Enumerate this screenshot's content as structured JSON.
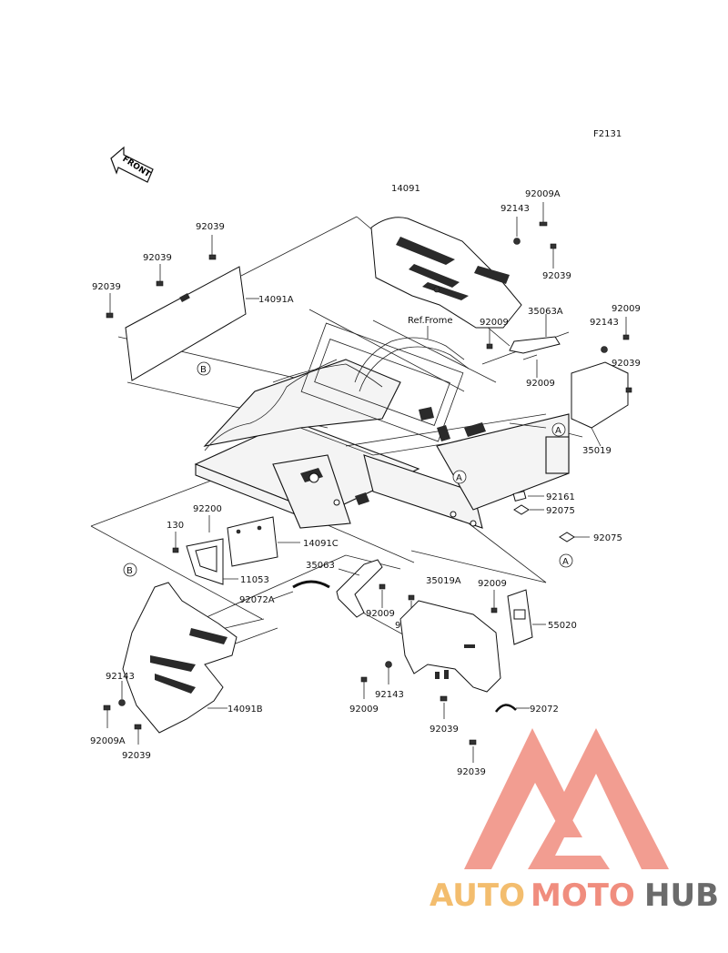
{
  "figure_code": "F2131",
  "front_arrow_label": "FRONT",
  "ref_frame_label": "Ref.Frome",
  "ref_markers": {
    "a": "A",
    "b": "B"
  },
  "labels": {
    "p14091": "14091",
    "p92009A_top": "92009A",
    "p92143_top": "92143",
    "p92039_top_right": "92039",
    "p92039_left1": "92039",
    "p92039_left2": "92039",
    "p92039_left3": "92039",
    "p14091A": "14091A",
    "p35063A": "35063A",
    "p92009_mid": "92009",
    "p92009_right": "92009",
    "p92143_right": "92143",
    "p92039_right": "92039",
    "p92009_bracket": "92009",
    "p35019": "35019",
    "p92161": "92161",
    "p92075_a": "92075",
    "p92075_b": "92075",
    "p92200": "92200",
    "p130": "130",
    "p14091C": "14091C",
    "p11053": "11053",
    "p35063": "35063",
    "p92072A": "92072A",
    "p92009_low1": "92009",
    "p92009_low2": "92009",
    "p35019A": "35019A",
    "p92009_low3": "92009",
    "p55020": "55020",
    "p92143_bl": "92143",
    "p92009A_bl": "92009A",
    "p92039_bl": "92039",
    "p14091B": "14091B",
    "p92009_bc": "92009",
    "p92143_bc": "92143",
    "p92039_bc1": "92039",
    "p92039_bc2": "92039",
    "p92072": "92072"
  },
  "watermark": {
    "part1": "AUTO",
    "part2": "MOTO",
    "part3": "HUB",
    "color_primary": "#f08d7e",
    "color_secondary": "#f3bd6e",
    "color_dark": "#6b6b6b"
  }
}
